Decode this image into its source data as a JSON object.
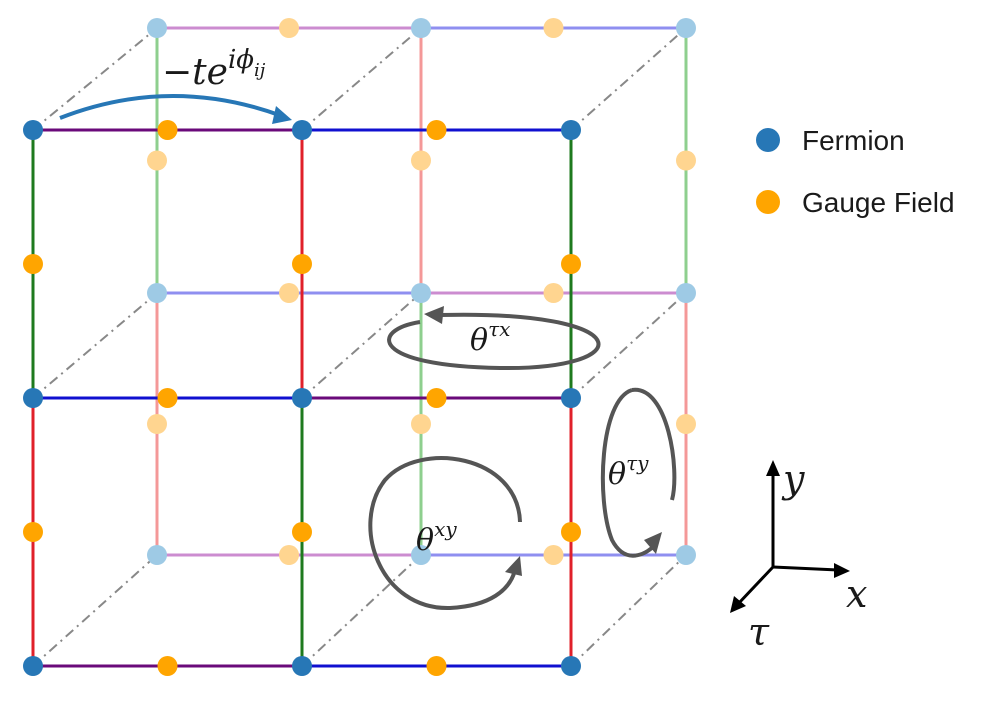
{
  "hopping_label": "−te",
  "hopping_sup": "iϕ",
  "hopping_sub": "ij",
  "theta_tx": {
    "base": "θ",
    "sup": "τx"
  },
  "theta_xy": {
    "base": "θ",
    "sup": "xy"
  },
  "theta_ty": {
    "base": "θ",
    "sup": "τy"
  },
  "legend": {
    "fermion": {
      "label": "Fermion",
      "color": "#2777b6"
    },
    "gauge": {
      "label": "Gauge Field",
      "color": "#ffa500"
    }
  },
  "axes": {
    "y": "y",
    "x": "x",
    "tau": "τ"
  },
  "colors": {
    "fermion_back": "#9ecae5",
    "gauge_back": "#ffd590",
    "dark_blue": "#1010d0",
    "purple": "#6a0a7a",
    "red": "#e0202a",
    "green": "#1e7a1e",
    "light_blue": "#8f8ff0",
    "light_purple": "#cc8cd0",
    "light_red": "#f49898",
    "light_green": "#8ecf8e",
    "hop_arrow": "#2777b6",
    "loop": "#555555",
    "diag": "#888888"
  }
}
